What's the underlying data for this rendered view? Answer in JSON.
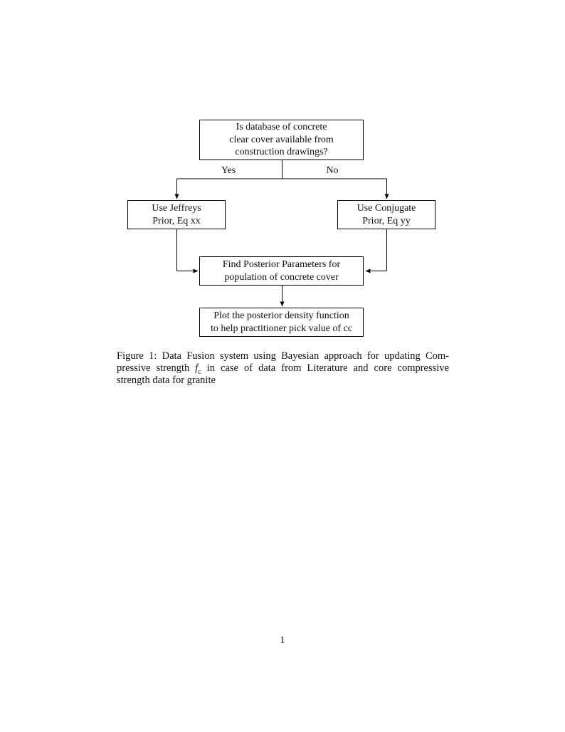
{
  "page": {
    "page_number": "1",
    "ink_color": "#000000",
    "background_color": "#ffffff"
  },
  "flowchart": {
    "nodes": {
      "decision": {
        "text": "Is database of concrete\nclear cover available from\nconstruction drawings?"
      },
      "jeffreys": {
        "text": "Use Jeffreys\nPrior, Eq xx"
      },
      "conjugate": {
        "text": "Use Conjugate\nPrior, Eq yy"
      },
      "posterior": {
        "text": "Find Posterior Parameters for\npopulation of concrete cover"
      },
      "plot": {
        "text": "Plot the posterior density function\nto help practitioner pick value of cc"
      }
    },
    "edge_labels": {
      "yes": "Yes",
      "no": "No"
    }
  },
  "caption": {
    "line1": "Figure 1: Data Fusion system using Bayesian approach for updating Com-",
    "line2_pre": "pressive strength ",
    "math_f": "f",
    "math_sub": "c",
    "line2_post": " in case of data from Literature and core compressive",
    "line3": "strength data for granite"
  }
}
